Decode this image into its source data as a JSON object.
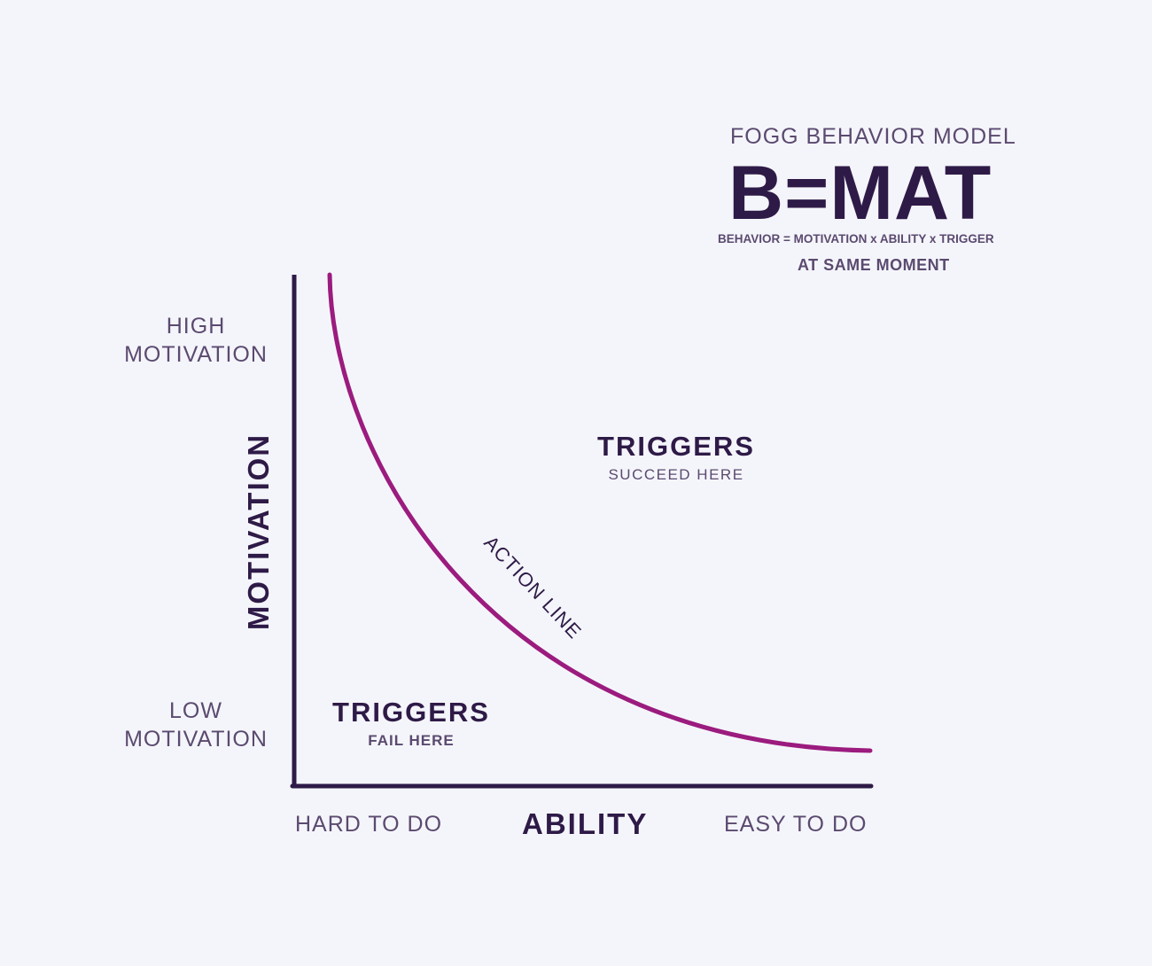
{
  "header": {
    "subtitle": "FOGG BEHAVIOR MODEL",
    "formula": "B=MAT",
    "formula_expanded": "BEHAVIOR = MOTIVATION x ABILITY x TRIGGER",
    "note": "AT SAME MOMENT"
  },
  "axes": {
    "y_title": "MOTIVATION",
    "y_high": [
      "HIGH",
      "MOTIVATION"
    ],
    "y_low": [
      "LOW",
      "MOTIVATION"
    ],
    "x_title": "ABILITY",
    "x_low": "HARD TO DO",
    "x_high": "EASY TO DO"
  },
  "regions": {
    "succeed": {
      "title": "TRIGGERS",
      "sub": "SUCCEED HERE"
    },
    "fail": {
      "title": "TRIGGERS",
      "sub": "FAIL HERE"
    }
  },
  "curve": {
    "label": "ACTION LINE"
  },
  "colors": {
    "dark": "#2e1a47",
    "muted": "#5b4a70",
    "curve": "#9b1b7e",
    "background": "#f4f5fa"
  }
}
